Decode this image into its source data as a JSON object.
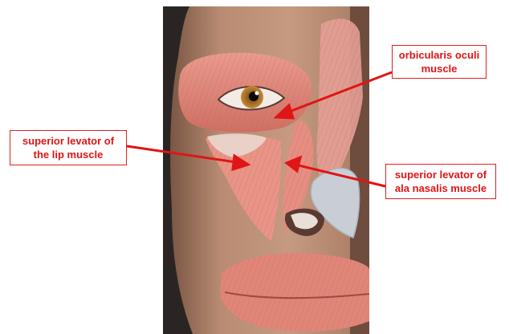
{
  "labels": {
    "orbicularis": {
      "line1": "orbicularis  oculi",
      "line2": "muscle"
    },
    "lip": {
      "line1": "superior levator of",
      "line2": "the lip muscle"
    },
    "ala": {
      "line1": "superior levator of",
      "line2": "ala nasalis  muscle"
    }
  },
  "colors": {
    "label": "#e01515",
    "skin": "#b98a6f",
    "muscle": "#e08a7e",
    "hair": "#2a2522",
    "bone": "#c9ced6"
  }
}
